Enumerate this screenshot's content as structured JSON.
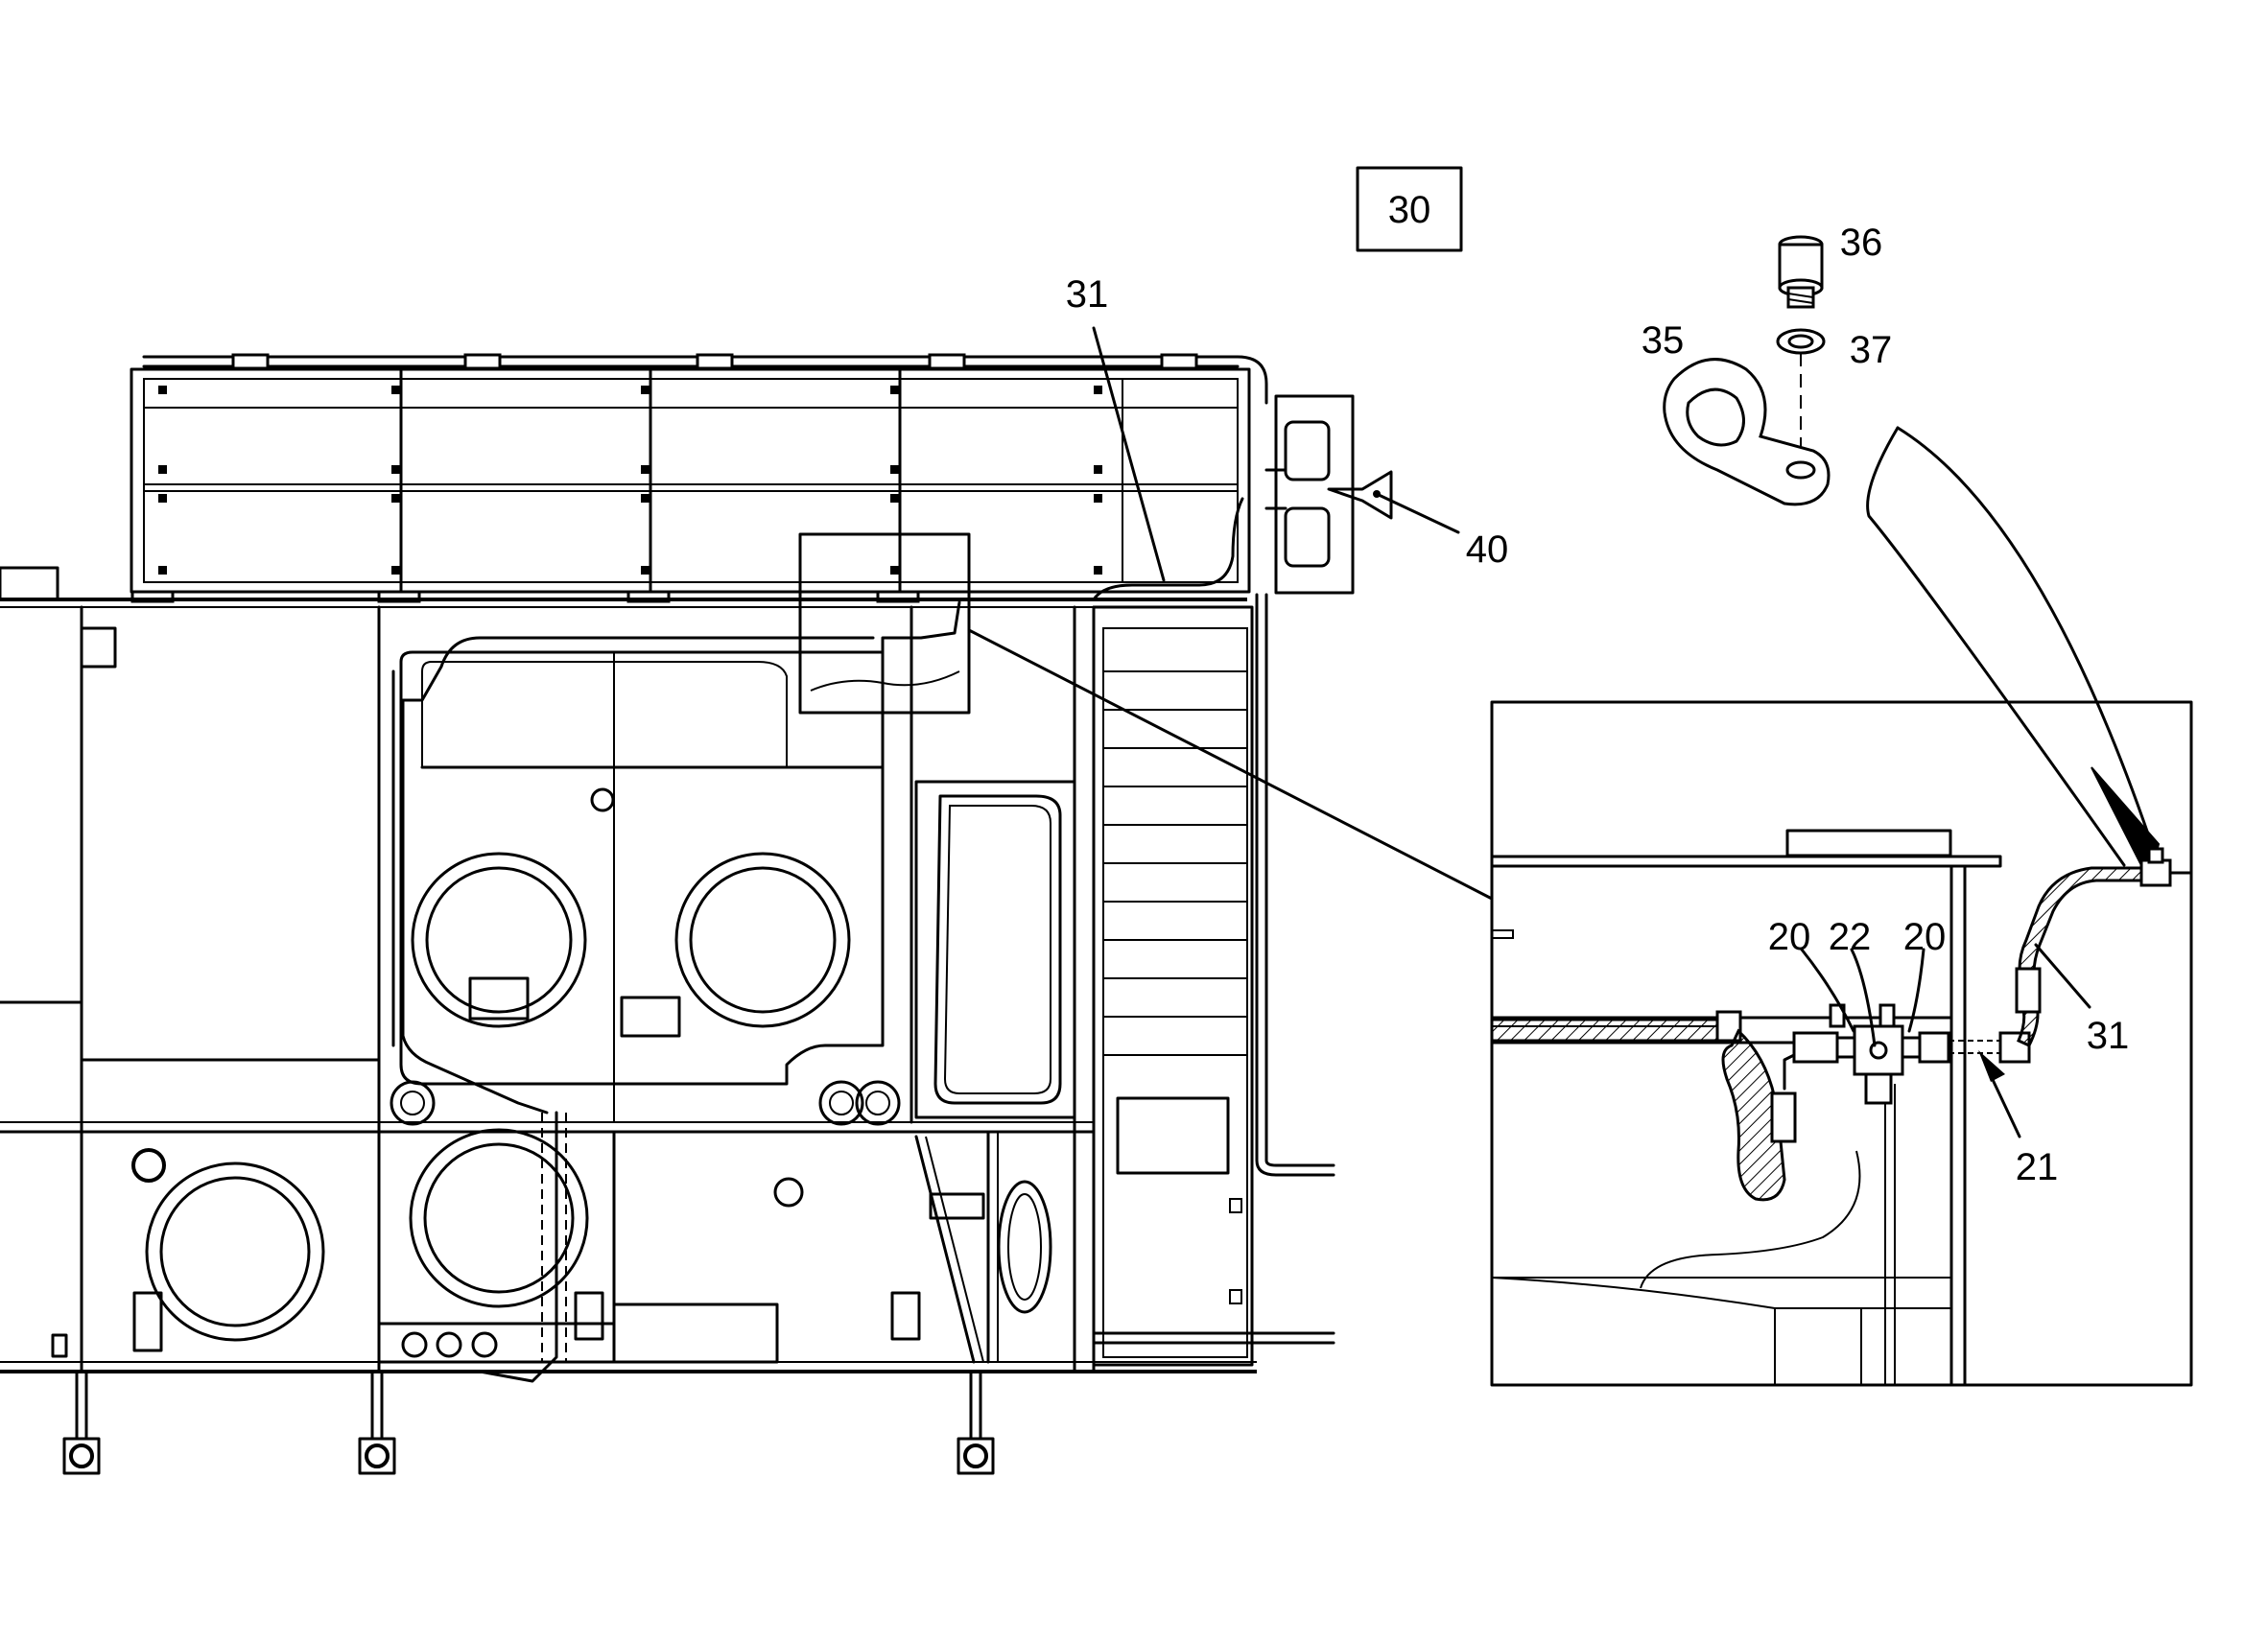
{
  "figure": {
    "sheet_number": "30",
    "callouts": [
      {
        "id": "callout-31-main",
        "label": "31"
      },
      {
        "id": "callout-35",
        "label": "35"
      },
      {
        "id": "callout-36",
        "label": "36"
      },
      {
        "id": "callout-37",
        "label": "37"
      },
      {
        "id": "callout-40",
        "label": "40"
      },
      {
        "id": "callout-20-left",
        "label": "20"
      },
      {
        "id": "callout-22",
        "label": "22"
      },
      {
        "id": "callout-20-right",
        "label": "20"
      },
      {
        "id": "callout-31-detail",
        "label": "31"
      },
      {
        "id": "callout-21",
        "label": "21"
      }
    ]
  }
}
